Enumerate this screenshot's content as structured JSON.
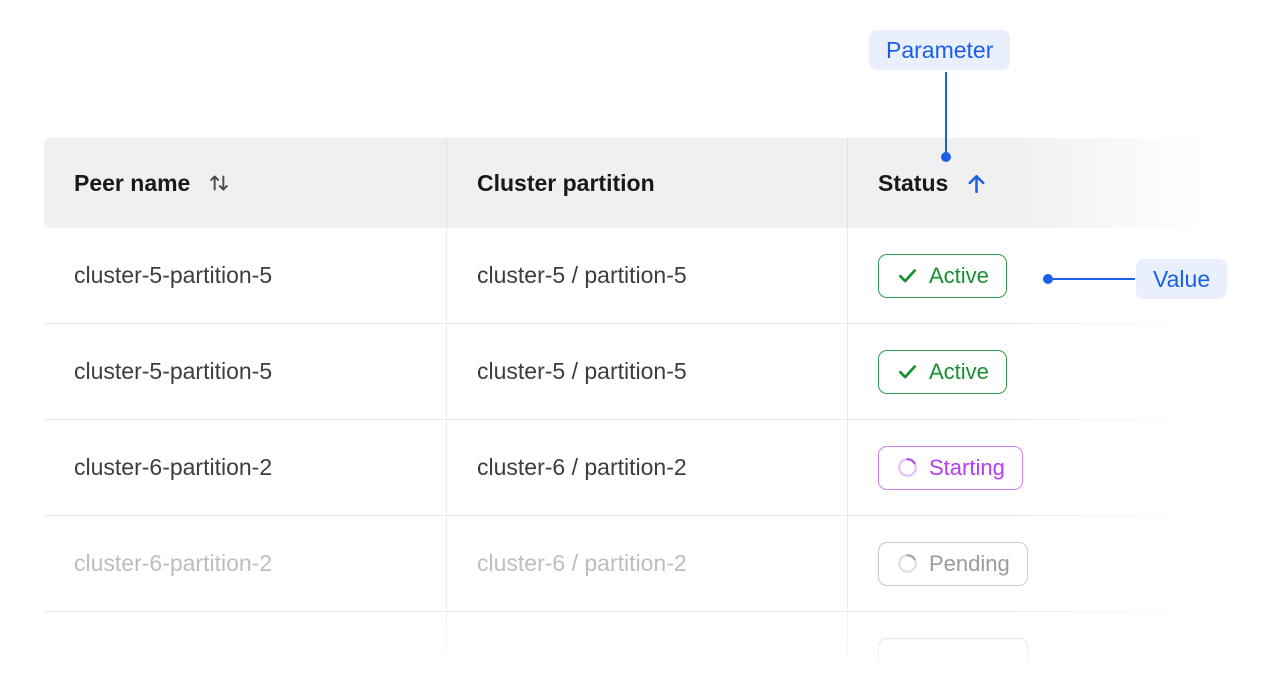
{
  "figure": {
    "annotations": {
      "parameter": {
        "label": "Parameter"
      },
      "value": {
        "label": "Value"
      }
    },
    "colors": {
      "annotation_blue": "#1B5FE8",
      "annotation_background": "#E9EFFC",
      "status_active_green": "#168F32",
      "status_starting_purple": "#B43DF0",
      "status_pending_gray": "#9B9B9D",
      "header_background": "#F0F0F1"
    }
  },
  "table": {
    "columns": [
      {
        "label": "Peer name",
        "sort": "sortable",
        "sort_icon": "up-down"
      },
      {
        "label": "Cluster partition",
        "sort": "none",
        "sort_icon": null
      },
      {
        "label": "Status",
        "sort": "ascending",
        "sort_icon": "up"
      }
    ],
    "rows": [
      {
        "peer_name": "cluster-5-partition-5",
        "cluster_partition": "cluster-5 / partition-5",
        "status_label": "Active",
        "status_kind": "active",
        "faded": false,
        "partial": false
      },
      {
        "peer_name": "cluster-5-partition-5",
        "cluster_partition": "cluster-5 / partition-5",
        "status_label": "Active",
        "status_kind": "active",
        "faded": false,
        "partial": false
      },
      {
        "peer_name": "cluster-6-partition-2",
        "cluster_partition": "cluster-6 / partition-2",
        "status_label": "Starting",
        "status_kind": "starting",
        "faded": false,
        "partial": false
      },
      {
        "peer_name": "cluster-6-partition-2",
        "cluster_partition": "cluster-6 / partition-2",
        "status_label": "Pending",
        "status_kind": "pending",
        "faded": true,
        "partial": false
      },
      {
        "peer_name": "",
        "cluster_partition": "",
        "status_label": "",
        "status_kind": "pending",
        "faded": true,
        "partial": true
      }
    ]
  }
}
